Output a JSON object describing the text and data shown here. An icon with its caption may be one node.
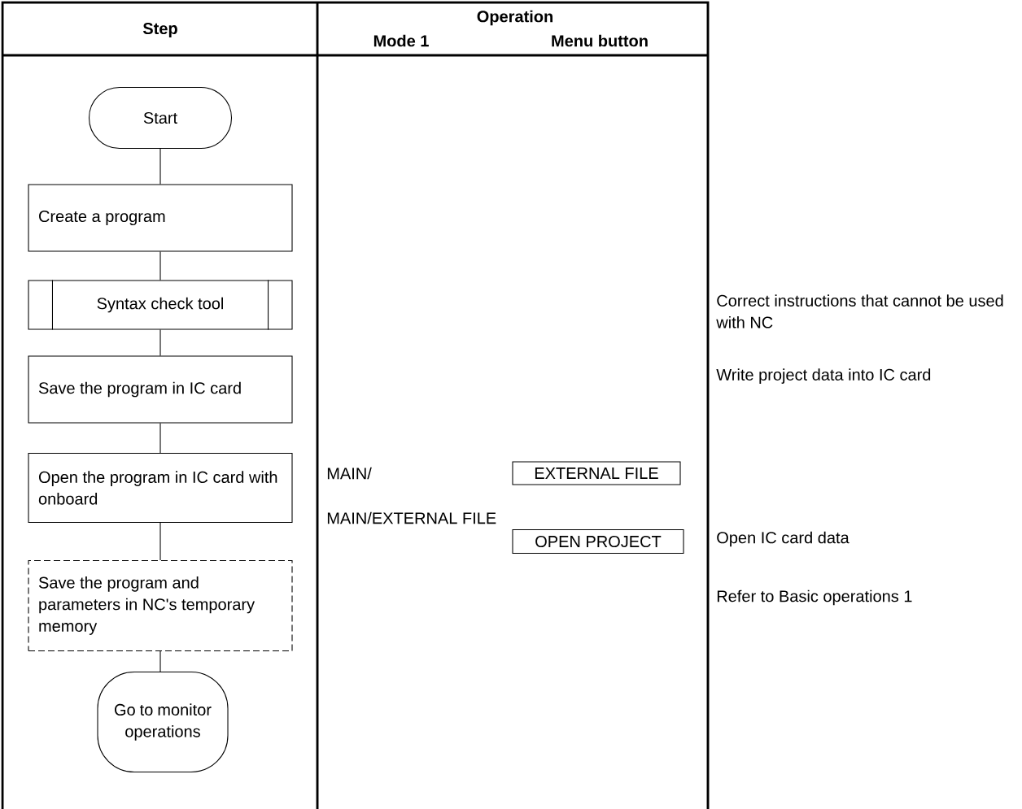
{
  "diagram": {
    "nodes": [
      {
        "text": [
          "Start"
        ]
      },
      {
        "text": [
          "Create a program"
        ]
      },
      {
        "text": [
          "Syntax check tool"
        ]
      },
      {
        "text": [
          "Save the program in IC card"
        ]
      },
      {
        "text": [
          "Open the program in IC card with onboard"
        ]
      },
      {
        "text": [
          "Save the program and parameters in NC's temporary memory"
        ]
      },
      {
        "text": [
          "Go to monitor operations"
        ]
      },
      {
        "text": [
          "EXTERNAL FILE"
        ]
      },
      {
        "text": [
          "OPEN PROJECT"
        ]
      }
    ],
    "edges": [
      {
        "from": 0,
        "to": 1,
        "arrow": "none"
      },
      {
        "from": 1,
        "to": 2,
        "arrow": "none"
      },
      {
        "from": 2,
        "to": 3,
        "arrow": "none"
      },
      {
        "from": 3,
        "to": 4,
        "arrow": "none"
      },
      {
        "from": 4,
        "to": 5,
        "arrow": "none"
      },
      {
        "from": 5,
        "to": 6,
        "arrow": "none"
      }
    ],
    "labels": [
      "Step",
      "Operation",
      "Mode 1",
      "Menu button",
      "Correct instructions that cannot be used with NC",
      "Write project data into IC card",
      "MAIN/",
      "MAIN/EXTERNAL FILE",
      "Open IC card data",
      "Refer to Basic operations 1"
    ]
  }
}
